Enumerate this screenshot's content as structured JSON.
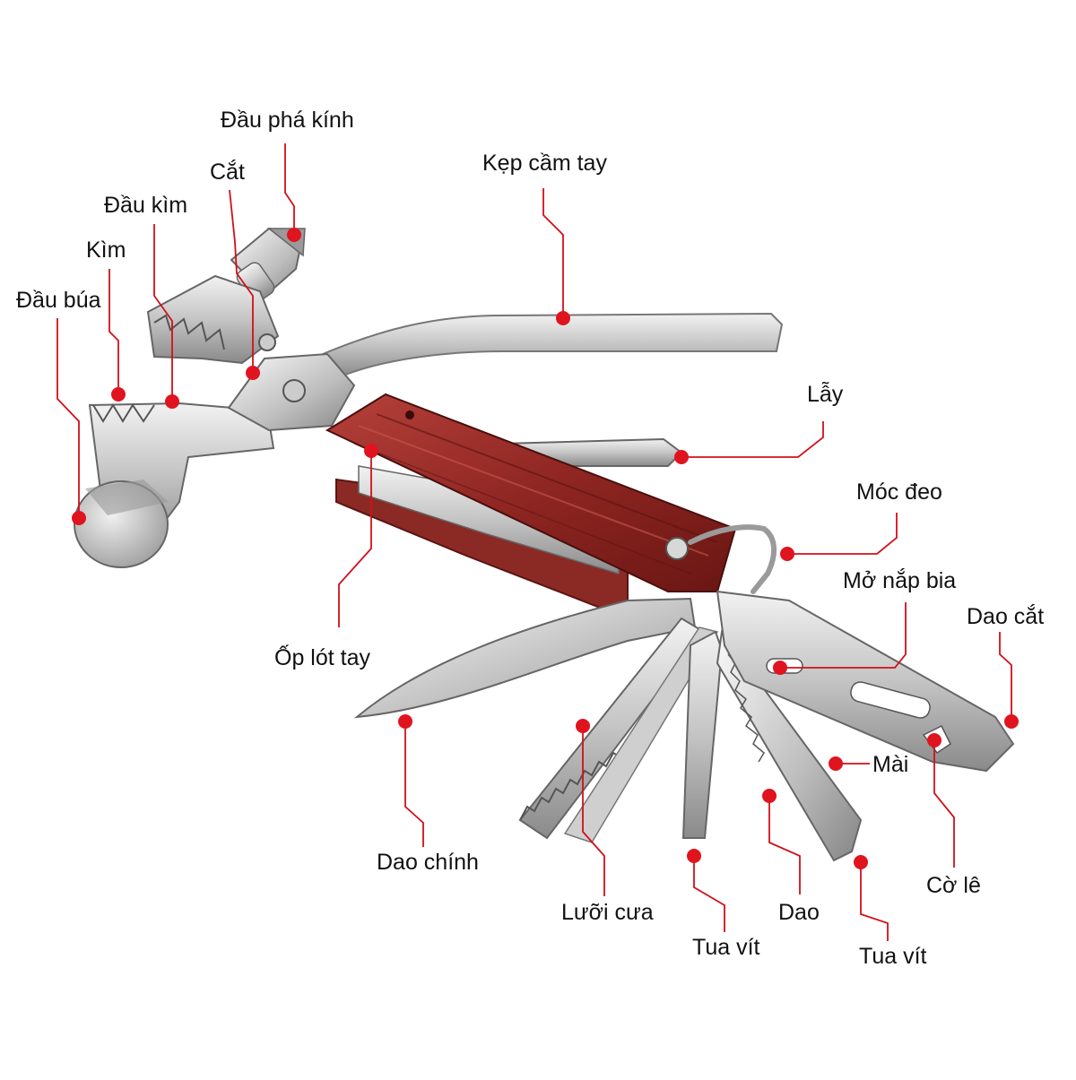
{
  "colors": {
    "leader": "#d0101a",
    "dot": "#e0141e",
    "steel_light": "#e8e8e8",
    "steel_mid": "#b9b9b9",
    "steel_dark": "#777777",
    "wood": "#9b2a25",
    "wood_dark": "#6e1714"
  },
  "labels": {
    "dau_pha_kinh": "Đầu phá kính",
    "kep_cam_tay": "Kẹp cầm tay",
    "cat": "Cắt",
    "dau_kim": "Đầu kìm",
    "kim": "Kìm",
    "dau_bua": "Đầu búa",
    "lay": "Lẫy",
    "moc_deo": "Móc đeo",
    "mo_nap_bia": "Mở nắp bia",
    "dao_cat": "Dao cắt",
    "op_lot_tay": "Ốp lót tay",
    "mai": "Mài",
    "dao_chinh": "Dao chính",
    "co_le": "Cờ lê",
    "luoi_cua": "Lưỡi cưa",
    "dao": "Dao",
    "tua_vit_1": "Tua vít",
    "tua_vit_2": "Tua vít"
  }
}
